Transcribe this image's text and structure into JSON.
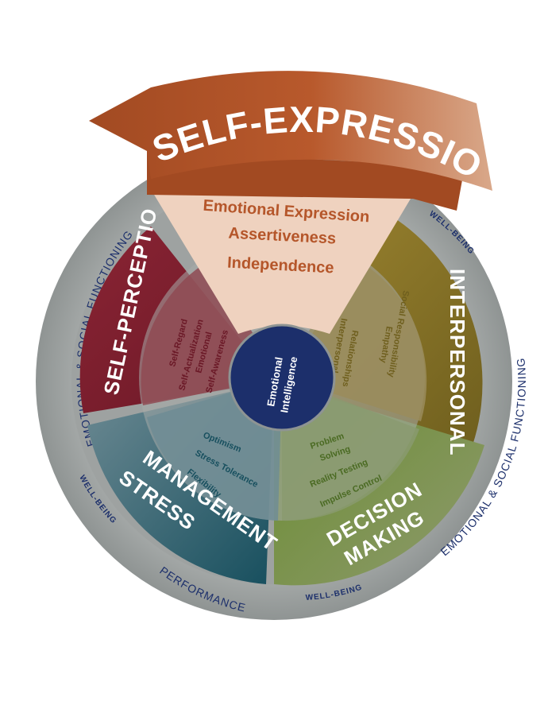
{
  "outer_ring": {
    "left": "EMOTIONAL & SOCIAL FUNCTIONING",
    "right": "EMOTIONAL & SOCIAL FUNCTIONING",
    "bottom": "PERFORMANCE",
    "wellbeing_top_right": "WELL-BEING",
    "wellbeing_left": "WELL-BEING",
    "wellbeing_bottom": "WELL-BEING"
  },
  "center": {
    "line1": "Emotional",
    "line2": "Intelligence",
    "color": "#1c2f6b"
  },
  "self_expression": {
    "title": "SELF-EXPRESSION",
    "subscales": [
      "Emotional Expression",
      "Assertiveness",
      "Independence"
    ],
    "color": "#b5562a"
  },
  "self_perception": {
    "title": "SELF-PERCEPTIO",
    "subscales": [
      "Self-Regard",
      "Self-Actualization",
      "Emotional",
      "Self-Awareness"
    ],
    "color": "#7a1f2e"
  },
  "interpersonal": {
    "title": "INTERPERSONAL",
    "subscales": [
      "Interpersonal",
      "Relationships",
      "Empathy",
      "Social Responsibility"
    ],
    "color": "#8a7426"
  },
  "stress_management": {
    "title_line1": "STRESS",
    "title_line2": "MANAGEMENT",
    "subscales": [
      "Flexibility",
      "Stress Tolerance",
      "Optimism"
    ],
    "color": "#1f5c6c"
  },
  "decision_making": {
    "title_line1": "DECISION",
    "title_line2": "MAKING",
    "subscales": [
      "Problem",
      "Solving",
      "Reality Testing",
      "Impulse Control"
    ],
    "color": "#5a7a2a"
  }
}
